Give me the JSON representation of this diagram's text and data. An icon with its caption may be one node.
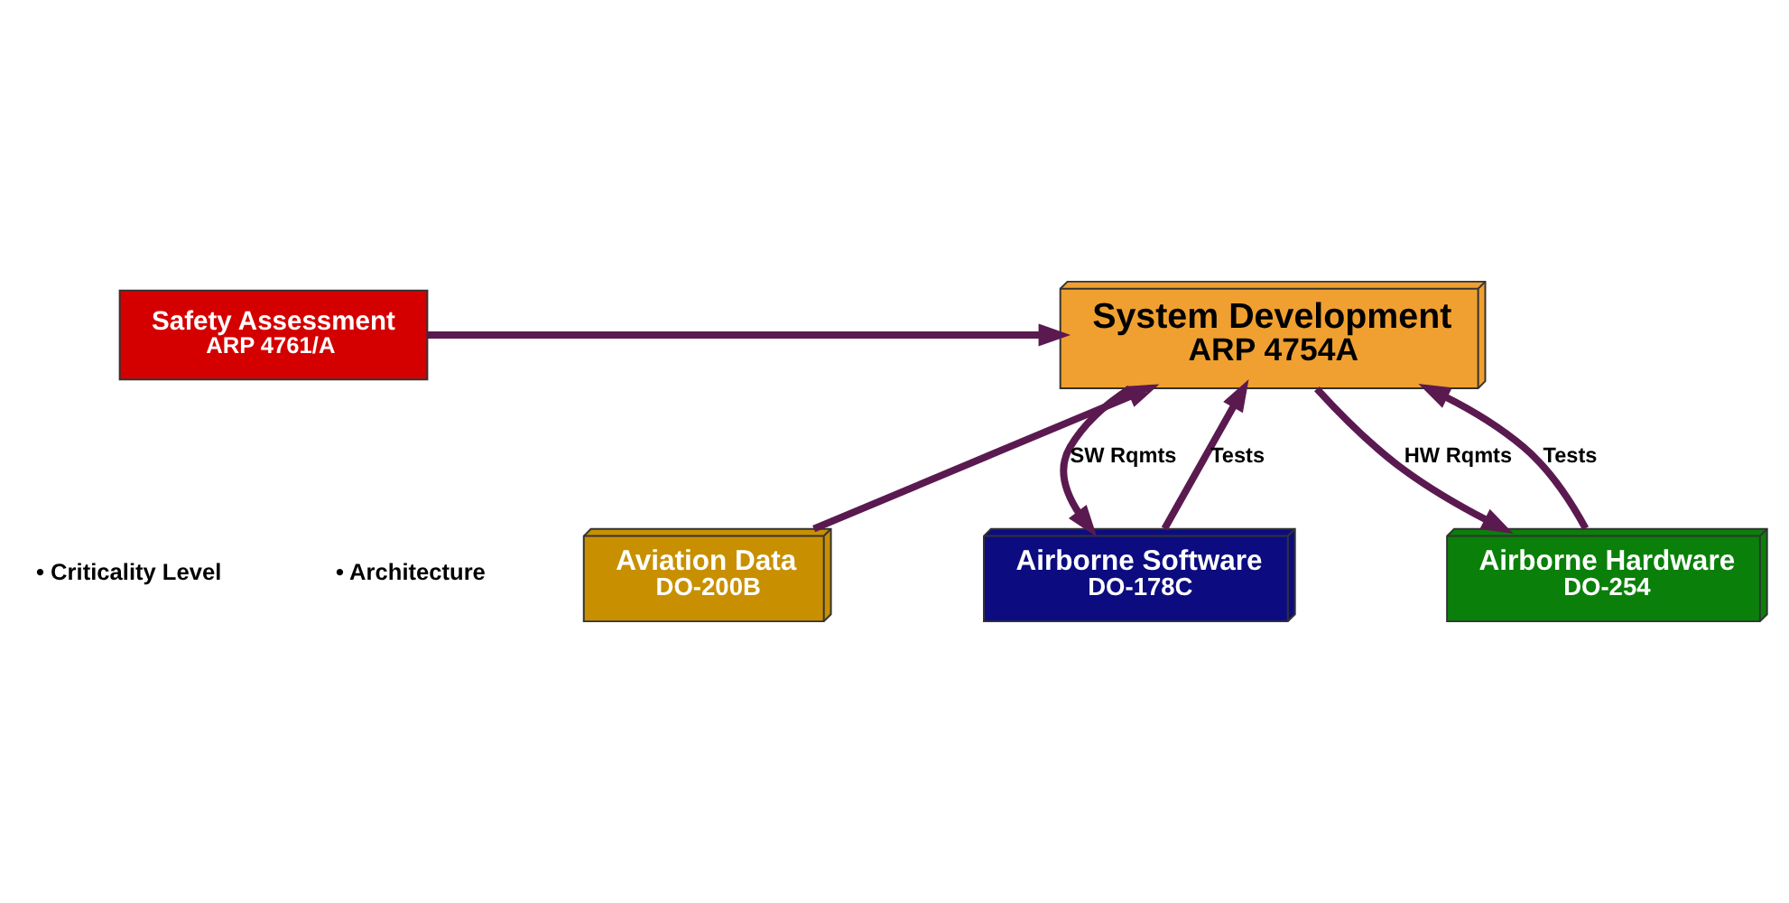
{
  "diagram": {
    "nodes": [
      {
        "text": [
          "Safety Assessment",
          "ARP 4761/A"
        ]
      },
      {
        "text": [
          "System Development",
          "ARP 4754A"
        ]
      },
      {
        "text": [
          "Aviation Data",
          "DO-200B"
        ]
      },
      {
        "text": [
          "Airborne Software",
          "DO-178C"
        ]
      },
      {
        "text": [
          "Airborne Hardware",
          "DO-254"
        ]
      }
    ],
    "edges": [
      {
        "from": 0,
        "to": 1,
        "arrow": "to"
      },
      {
        "from": 2,
        "to": 1,
        "arrow": "to"
      },
      {
        "from": 1,
        "to": 3,
        "arrow": "to",
        "label": "SW Rqmts"
      },
      {
        "from": 3,
        "to": 1,
        "arrow": "to",
        "label": "Tests"
      },
      {
        "from": 1,
        "to": 4,
        "arrow": "to",
        "label": "HW Rqmts"
      },
      {
        "from": 4,
        "to": 1,
        "arrow": "to",
        "label": "Tests"
      }
    ],
    "labels": [
      "• Architecture",
      "• Criticality Level"
    ]
  }
}
